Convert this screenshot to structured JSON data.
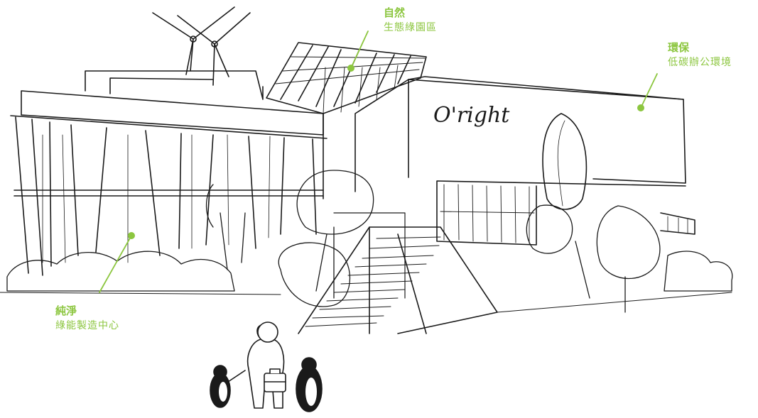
{
  "brand_sign": "O'right",
  "colors": {
    "accent": "#8cc63f",
    "ink": "#1a1a1a",
    "background": "#ffffff"
  },
  "callouts": {
    "nature": {
      "title": "自然",
      "subtitle": "生態綠園區"
    },
    "eco": {
      "title": "環保",
      "subtitle": "低碳辦公環境"
    },
    "pure": {
      "title": "純淨",
      "subtitle": "綠能製造中心"
    }
  },
  "characters": [
    "small-penguin",
    "bear-with-briefcase",
    "large-penguin"
  ]
}
